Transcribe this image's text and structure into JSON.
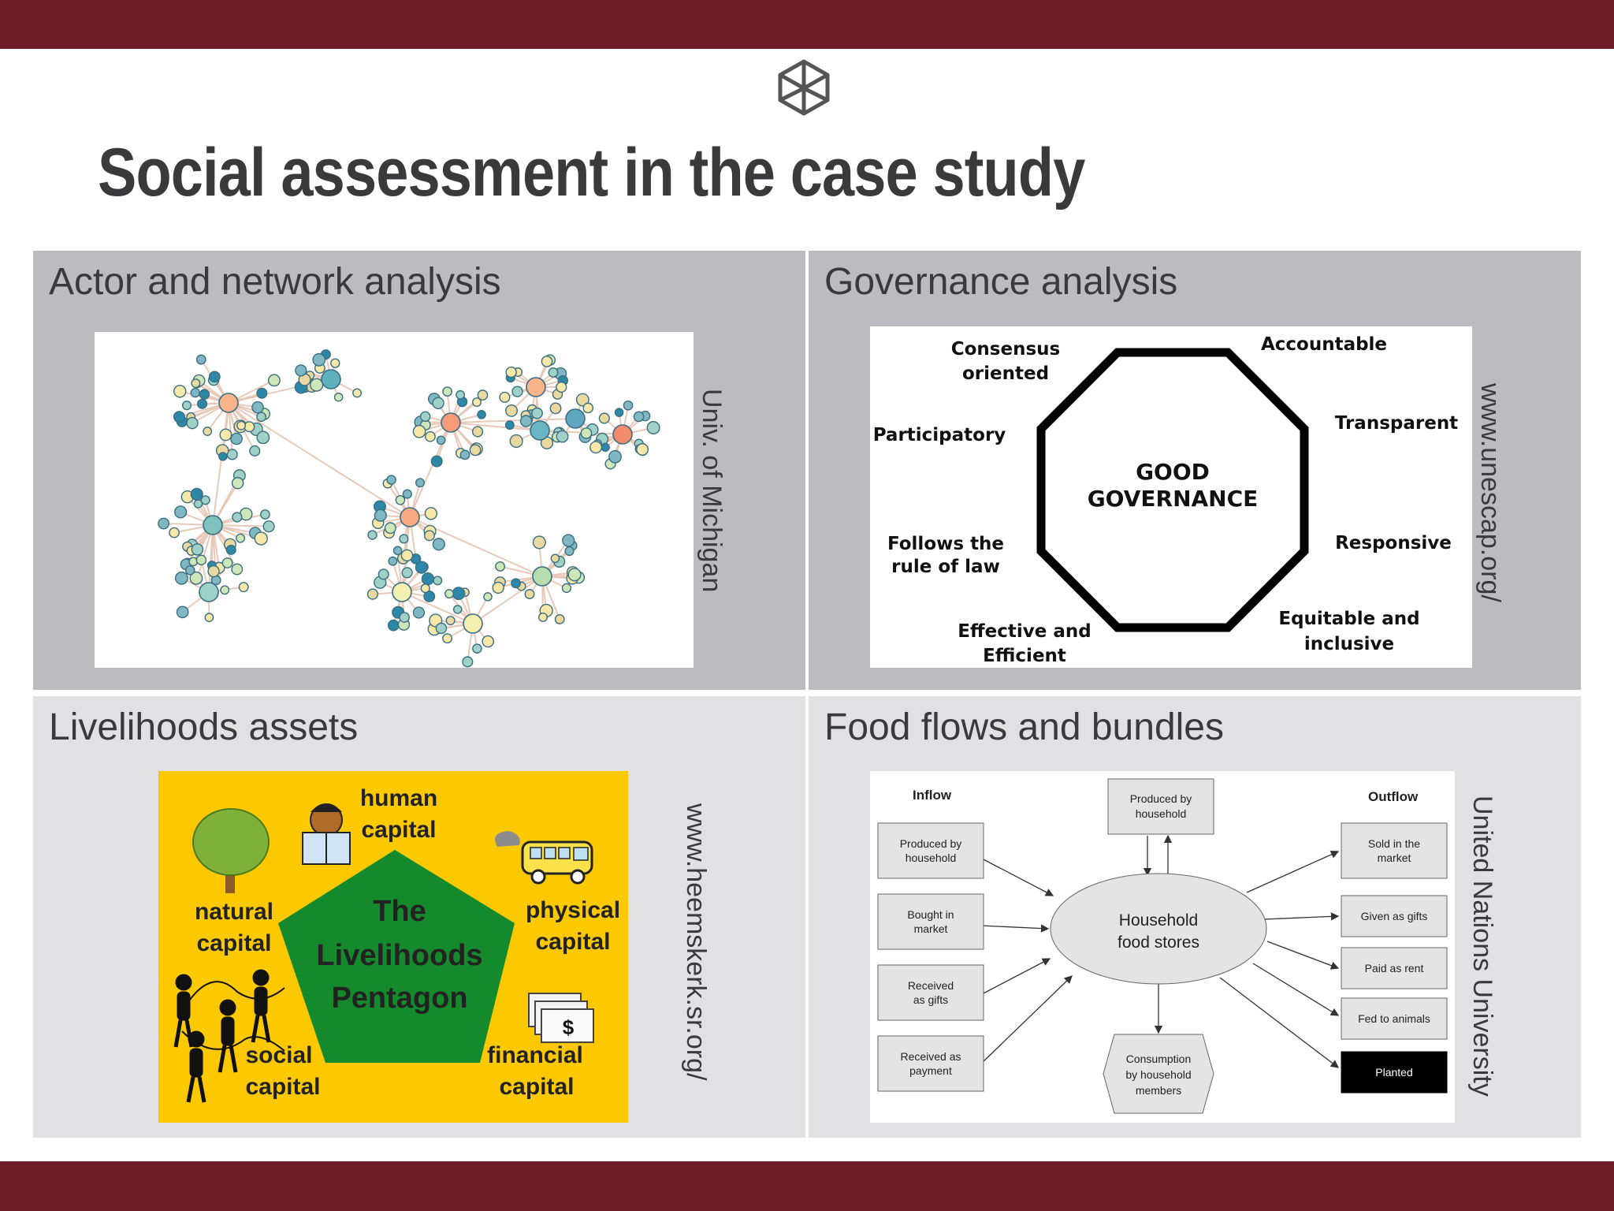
{
  "slide": {
    "title": "Social assessment in the case study"
  },
  "panels": {
    "actor": {
      "title": "Actor and network analysis",
      "credit": "Univ. of Michigan"
    },
    "governance": {
      "title": "Governance analysis",
      "credit": "www.unescap.org/",
      "center_line1": "GOOD",
      "center_line2": "GOVERNANCE",
      "labels": {
        "consensus1": "Consensus",
        "consensus2": "oriented",
        "accountable": "Accountable",
        "participatory": "Participatory",
        "transparent": "Transparent",
        "law1": "Follows the",
        "law2": "rule of law",
        "responsive": "Responsive",
        "effective1": "Effective and",
        "effective2": "Efficient",
        "equitable1": "Equitable and",
        "equitable2": "inclusive"
      }
    },
    "livelihoods": {
      "title": "Livelihoods assets",
      "credit": "www.heemskerk.sr.org/",
      "pent1": "The",
      "pent2": "Livelihoods",
      "pent3": "Pentagon",
      "human1": "human",
      "human2": "capital",
      "natural1": "natural",
      "natural2": "capital",
      "physical1": "physical",
      "physical2": "capital",
      "social1": "social",
      "social2": "capital",
      "financial1": "financial",
      "financial2": "capital",
      "dollar": "$"
    },
    "food": {
      "title": "Food flows and bundles",
      "credit": "United Nations University",
      "inflow": "Inflow",
      "outflow": "Outflow",
      "top1": "Produced by",
      "top2": "household",
      "center1": "Household",
      "center2": "food stores",
      "in1a": "Produced by",
      "in1b": "household",
      "in2a": "Bought in",
      "in2b": "market",
      "in3a": "Received",
      "in3b": "as gifts",
      "in4a": "Received as",
      "in4b": "payment",
      "out1a": "Sold in the",
      "out1b": "market",
      "out2": "Given as gifts",
      "out3": "Paid as rent",
      "out4": "Fed to animals",
      "out5": "Planted",
      "bottom1": "Consumption",
      "bottom2": "by household",
      "bottom3": "members"
    }
  },
  "colors": {
    "brand_bar": "#6e1d27",
    "panel_dark": "#bcbbbf",
    "panel_light": "#e1e0e3",
    "pentagon_yellow": "#fcc800",
    "pentagon_green": "#148a2c"
  }
}
